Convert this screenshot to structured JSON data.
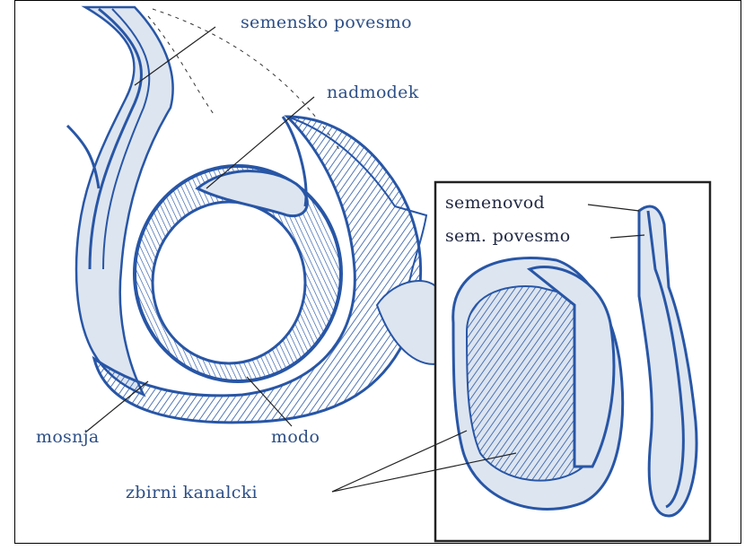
{
  "labels": {
    "semensko_povesmo": "semensko povesmo",
    "nadmodek": "nadmodek",
    "semenovod": "semenovod",
    "sem_povesmo": "sem. povesmo",
    "mosnja": "mosnja",
    "modo": "modo",
    "zbirni_kanalcki": "zbirni kanalcki"
  },
  "colors": {
    "ink": "#2856a6",
    "fill": "#dde5f0",
    "label": "#2d4f86",
    "frame": "#000000"
  }
}
